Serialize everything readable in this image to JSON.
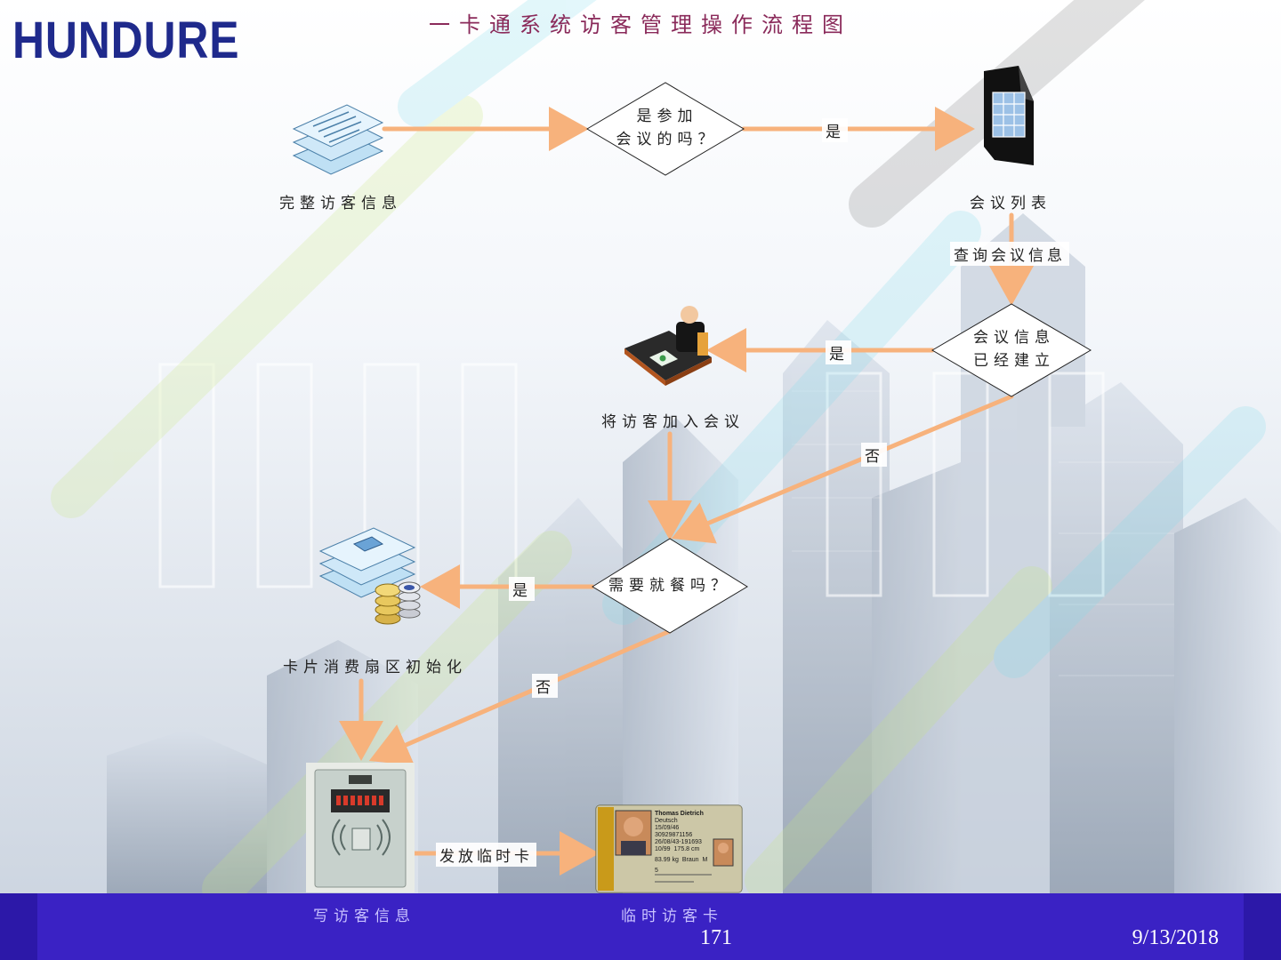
{
  "brand": {
    "logo_text": "HUNDURE"
  },
  "title": "一卡通系统访客管理操作流程图",
  "nodes": {
    "complete_visitor_info": "完整访客信息",
    "meeting_list": "会议列表",
    "add_visitor_to_meeting": "将访客加入会议",
    "card_init": "卡片消费扇区初始化",
    "write_visitor_info": "写访客信息",
    "temp_visitor_card": "临时访客卡"
  },
  "decisions": {
    "attend_meeting": [
      "是参加",
      "会议的吗？"
    ],
    "meeting_created": [
      "会议信息",
      "已经建立"
    ],
    "need_meal": [
      "需要就餐吗？"
    ]
  },
  "edges": {
    "yes_1": "是",
    "query_meeting": "查询会议信息",
    "yes_2": "是",
    "no_1": "否",
    "yes_3": "是",
    "no_2": "否",
    "issue_card": "发放临时卡"
  },
  "id_card": {
    "name": "Thomas Dietrich",
    "company": "Deutsch",
    "date": "15/09/46",
    "number": "30929871156",
    "id_line": "26/08/43-191693",
    "fields": [
      "10/99",
      "175.8 cm",
      "83.99 kg",
      "Braun",
      "M",
      "5"
    ]
  },
  "footer": {
    "page": "171",
    "date": "9/13/2018"
  },
  "colors": {
    "arrow": "#f7b27c",
    "logo": "#1f2a8c",
    "title": "#8a2a5a",
    "footer": "#3a22c4"
  }
}
